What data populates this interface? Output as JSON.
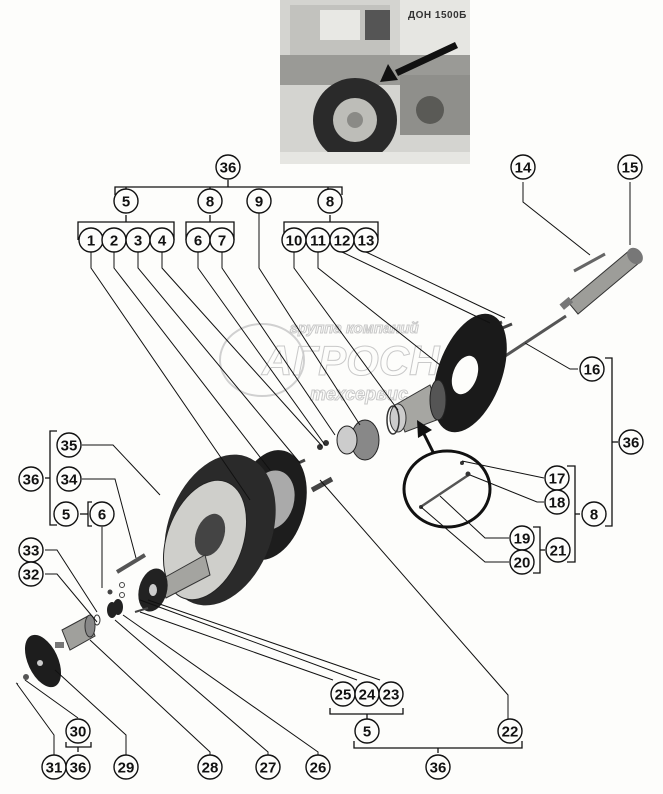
{
  "title": "Exploded parts diagram — combine harvester wheel drive assembly",
  "photo": {
    "caption": "ДОН 1500Б",
    "description": "Combine harvester with arrow pointing to front drive wheel area"
  },
  "watermark": {
    "line1": "группа компаний",
    "line2": "АГРОСНАБ",
    "line3": "техсервис"
  },
  "callouts": [
    {
      "id": "c36-top",
      "label": "36"
    },
    {
      "id": "c5-top",
      "label": "5"
    },
    {
      "id": "c8-mid",
      "label": "8"
    },
    {
      "id": "c9",
      "label": "9"
    },
    {
      "id": "c8-right",
      "label": "8"
    },
    {
      "id": "c1",
      "label": "1"
    },
    {
      "id": "c2",
      "label": "2"
    },
    {
      "id": "c3",
      "label": "3"
    },
    {
      "id": "c4",
      "label": "4"
    },
    {
      "id": "c6-top",
      "label": "6"
    },
    {
      "id": "c7",
      "label": "7"
    },
    {
      "id": "c10",
      "label": "10"
    },
    {
      "id": "c11",
      "label": "11"
    },
    {
      "id": "c12",
      "label": "12"
    },
    {
      "id": "c13",
      "label": "13"
    },
    {
      "id": "c14",
      "label": "14"
    },
    {
      "id": "c15",
      "label": "15"
    },
    {
      "id": "c16",
      "label": "16"
    },
    {
      "id": "c36-right",
      "label": "36"
    },
    {
      "id": "c17",
      "label": "17"
    },
    {
      "id": "c18",
      "label": "18"
    },
    {
      "id": "c8-lower",
      "label": "8"
    },
    {
      "id": "c19",
      "label": "19"
    },
    {
      "id": "c20",
      "label": "20"
    },
    {
      "id": "c21",
      "label": "21"
    },
    {
      "id": "c35",
      "label": "35"
    },
    {
      "id": "c36-left",
      "label": "36"
    },
    {
      "id": "c34",
      "label": "34"
    },
    {
      "id": "c5-left",
      "label": "5"
    },
    {
      "id": "c6-left",
      "label": "6"
    },
    {
      "id": "c33",
      "label": "33"
    },
    {
      "id": "c32",
      "label": "32"
    },
    {
      "id": "c25",
      "label": "25"
    },
    {
      "id": "c24",
      "label": "24"
    },
    {
      "id": "c23",
      "label": "23"
    },
    {
      "id": "c5-bottom",
      "label": "5"
    },
    {
      "id": "c22",
      "label": "22"
    },
    {
      "id": "c36-bottom",
      "label": "36"
    },
    {
      "id": "c30",
      "label": "30"
    },
    {
      "id": "c31",
      "label": "31"
    },
    {
      "id": "c36-bl",
      "label": "36"
    },
    {
      "id": "c29",
      "label": "29"
    },
    {
      "id": "c28",
      "label": "28"
    },
    {
      "id": "c27",
      "label": "27"
    },
    {
      "id": "c26",
      "label": "26"
    }
  ]
}
